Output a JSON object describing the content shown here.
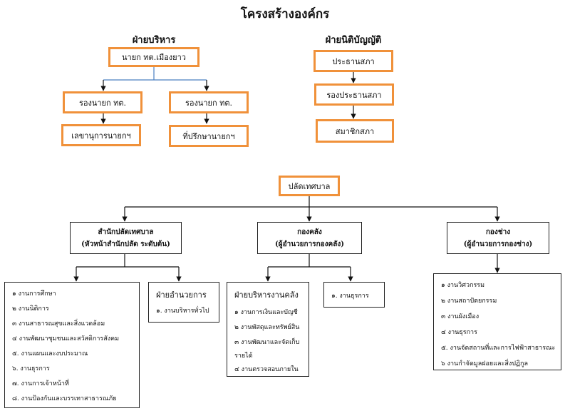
{
  "title": "โครงสร้างองค์กร",
  "executive": {
    "heading": "ฝ่ายบริหาร",
    "mayor": "นายก ทต.เมืองยาว",
    "deputy_left": "รองนายก ทต.",
    "deputy_right": "รองนายก ทต.",
    "secretary": "เลขานุการนายกฯ",
    "advisor": "ที่ปรึกษานายกฯ"
  },
  "legislative": {
    "heading": "ฝ่ายนิติบัญญัติ",
    "president": "ประธานสภา",
    "vice_president": "รองประธานสภา",
    "members": "สมาชิกสภา"
  },
  "clerk": "ปลัดเทศบาล",
  "divisions": {
    "office": {
      "title": "สำนักปลัดเทศบาล",
      "subtitle": "(หัวหน้าสำนักปลัด ระดับต้น)",
      "items": [
        "๑ งานการศึกษา",
        "๒ งานนิติการ",
        "๓ งานสาธารณสุขและสิ่งแวดล้อม",
        "๔ งานพัฒนาชุมชนและสวัสดิการสังคม",
        "๕. งานแผนและงบประมาณ",
        "๖. งานธุรการ",
        "๗. งานการเจ้าหน้าที่",
        "๘. งานป้องกันและบรรเทาสาธารณภัย"
      ],
      "admin_heading": "ฝ่ายอำนวยการ",
      "admin_items": [
        "๑. งานบริหารทั่วไป"
      ]
    },
    "finance": {
      "title": "กองคลัง",
      "subtitle": "(ผู้อำนวยการกองคลัง)",
      "mgmt_heading": "ฝ่ายบริหารงานคลัง",
      "mgmt_items": [
        "๑ งานการเงินและบัญชี",
        "๒ งานพัสดุและทรัพย์สิน",
        "๓ งานพัฒนาและจัดเก็บ",
        "รายได้",
        "๔ งานตรวจสอบภายใน"
      ],
      "general_items": [
        "๑. งานธุรการ"
      ]
    },
    "engineering": {
      "title": "กองช่าง",
      "subtitle": "(ผู้อำนวยการกองช่าง)",
      "items": [
        "๑ งานวิศวกรรม",
        "๒ งานสถาปัตยกรรม",
        "๓ งานผังเมือง",
        "๔ งานธุรการ",
        "๕. งานจัดสถานที่และการไฟฟ้าสาธารณะ",
        "๖ งานกำจัดมูลฝอยและสิ่งปฏิกูล"
      ]
    }
  }
}
